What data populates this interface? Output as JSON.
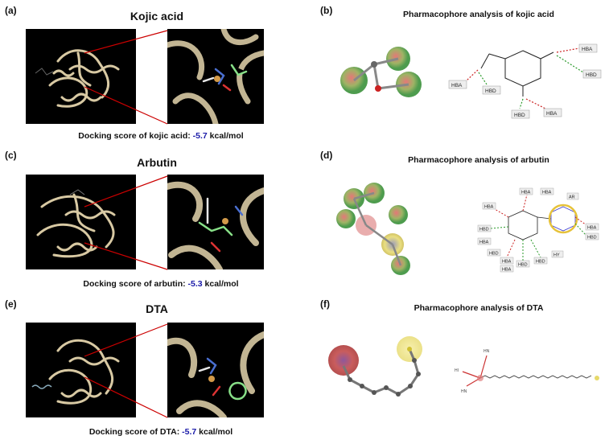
{
  "rows": [
    {
      "panel_left": "(a)",
      "title": "Kojic acid",
      "score_prefix": "Docking score of kojic acid: ",
      "score_value": "-5.7",
      "score_unit": " kcal/mol",
      "panel_right": "(b)",
      "pharm_title": "Pharmacophore analysis of kojic acid"
    },
    {
      "panel_left": "(c)",
      "title": "Arbutin",
      "score_prefix": "Docking score of arbutin: ",
      "score_value": "-5.3",
      "score_unit": " kcal/mol",
      "panel_right": "(d)",
      "pharm_title": "Pharmacophore analysis of arbutin"
    },
    {
      "panel_left": "(e)",
      "title": "DTA",
      "score_prefix": "Docking score of DTA: ",
      "score_value": "-5.7",
      "score_unit": " kcal/mol",
      "panel_right": "(f)",
      "pharm_title": "Pharmacophore analysis of DTA"
    }
  ],
  "feature_labels": {
    "hba": "HBA",
    "hbd": "HBD",
    "ar": "AR",
    "hy": "HY"
  },
  "colors": {
    "score_value": "#1a1aa8",
    "arrow": "#cc0000",
    "ribbon": "#d8c9a3",
    "acceptor": "#d03030",
    "donor": "#2aa02a",
    "hydrophobic": "#e6d96a"
  }
}
